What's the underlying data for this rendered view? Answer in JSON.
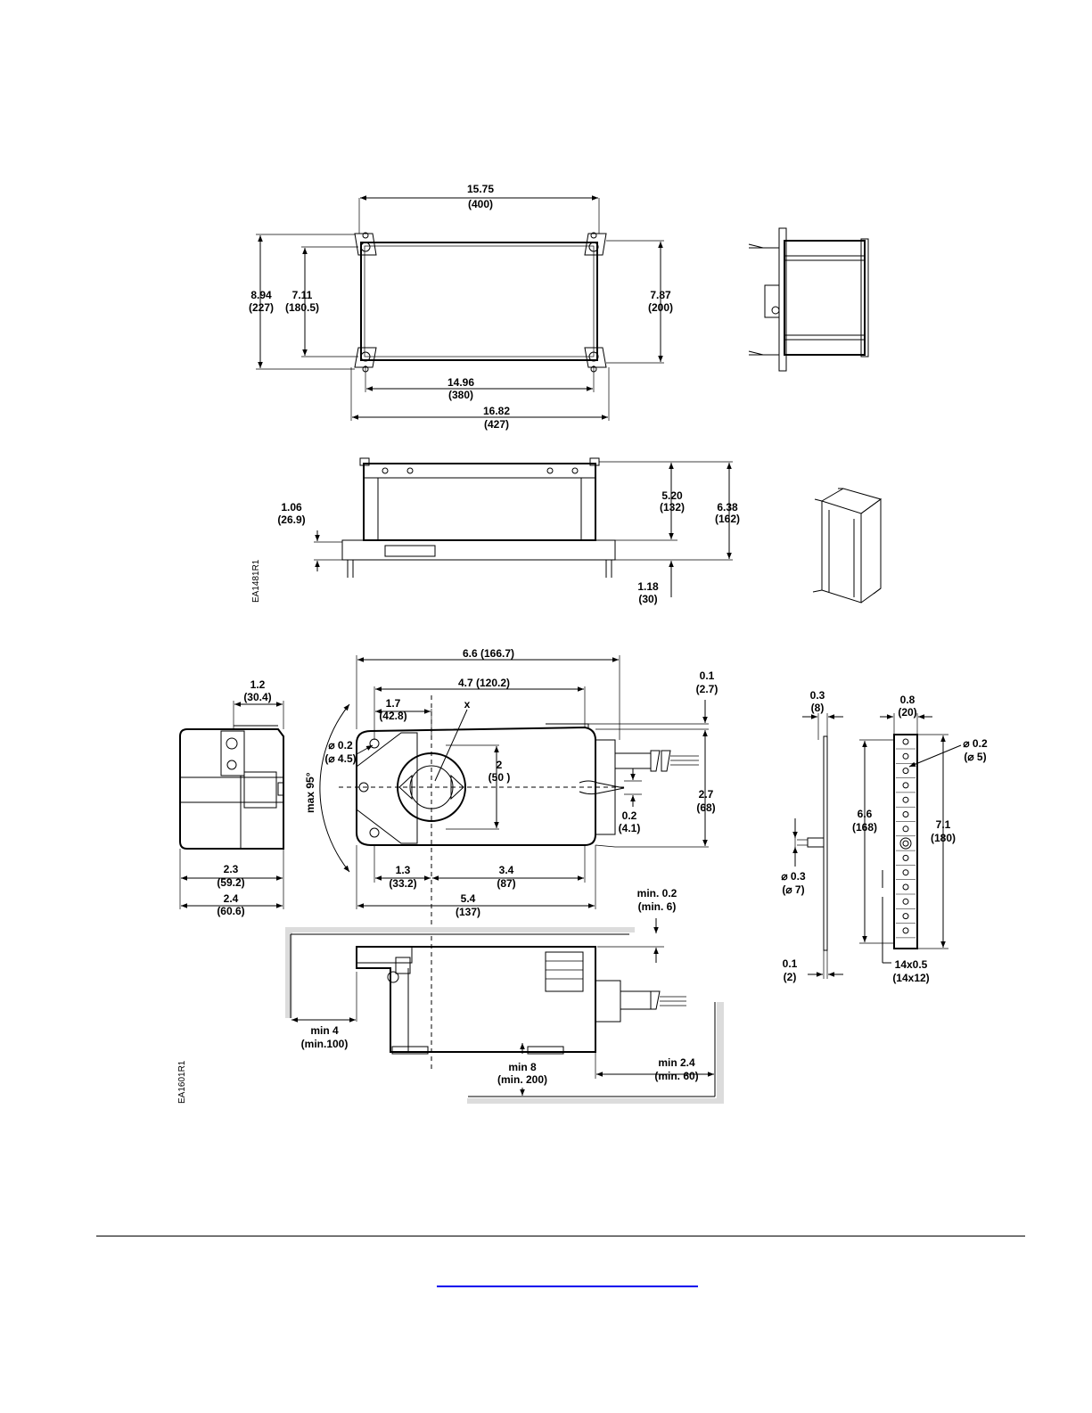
{
  "top_view": {
    "width_outer": [
      "15.75",
      "(400)"
    ],
    "height_outer": [
      "8.94",
      "(227)"
    ],
    "height_inner": [
      "7.11",
      "(180.5)"
    ],
    "height_right": [
      "7.87",
      "(200)"
    ],
    "width_inner": [
      "14.96",
      "(380)"
    ],
    "width_total": [
      "16.82",
      "(427)"
    ]
  },
  "front_view": {
    "flange": [
      "1.06",
      "(26.9)"
    ],
    "body_height": [
      "5.20",
      "(132)"
    ],
    "total_height": [
      "6.38",
      "(162)"
    ],
    "base": [
      "1.18",
      "(30)"
    ],
    "drawing_code": "EA1481R1"
  },
  "actuator": {
    "side_top": [
      "1.2",
      "(30.4)"
    ],
    "side_bottom1": [
      "2.3",
      "(59.2)"
    ],
    "side_bottom2": [
      "2.4",
      "(60.6)"
    ],
    "width_total": "6.6 (166.7)",
    "width_shaft": "4.7 (120.2)",
    "offset": [
      "1.7",
      "(42.8)"
    ],
    "axis_label": "x",
    "hole_dia": [
      "⌀ 0.2",
      "(⌀ 4.5)"
    ],
    "rotation": "max 95°",
    "shaft_height": [
      "2",
      "(50 )"
    ],
    "cable": [
      "0.1",
      "(2.7)"
    ],
    "height": [
      "2.7",
      "(68)"
    ],
    "slot": [
      "0.2",
      "(4.1)"
    ],
    "bottom_left": [
      "1.3",
      "(33.2)"
    ],
    "bottom_right": [
      "3.4",
      "(87)"
    ],
    "bottom_total": [
      "5.4",
      "(137)"
    ],
    "clear_top": [
      "min. 0.2",
      "(min. 6)"
    ],
    "clear_left": [
      "min 4",
      "(min.100)"
    ],
    "clear_bottom": [
      "min 8",
      "(min. 200)"
    ],
    "clear_right": [
      "min 2.4",
      "(min. 60)"
    ],
    "drawing_code": "EA1601R1"
  },
  "bracket": {
    "thickness_top": [
      "0.3",
      "(8)"
    ],
    "width_top": [
      "0.8",
      "(20)"
    ],
    "hole": [
      "⌀ 0.2",
      "(⌀ 5)"
    ],
    "length_inner": [
      "6.6",
      "(168)"
    ],
    "length_outer": [
      "7.1",
      "(180)"
    ],
    "pin": [
      "⌀ 0.3",
      "(⌀ 7)"
    ],
    "thickness_bottom": [
      "0.1",
      "(2)"
    ],
    "slots": [
      "14x0.5",
      "(14x12)"
    ]
  }
}
